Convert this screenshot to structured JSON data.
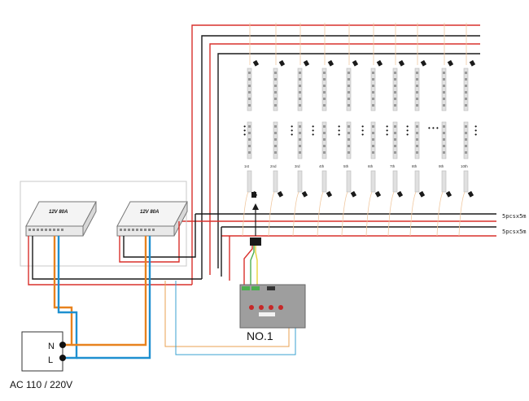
{
  "power_supplies": [
    {
      "rating": "12V 80A"
    },
    {
      "rating": "12V 80A"
    }
  ],
  "ac_source": {
    "terminal_n": "N",
    "terminal_l": "L",
    "label": "AC 110 / 220V"
  },
  "controller": {
    "label": "NO.1"
  },
  "strip_labels": [
    "1st",
    "2nd",
    "3rd",
    "4th",
    "5th",
    "6th",
    "7th",
    "8th",
    "9th",
    "10th"
  ],
  "outputs": [
    {
      "label": "5pcsx5m"
    },
    {
      "label": "5pcsx5m"
    }
  ],
  "ellipsis": "• • •",
  "colors": {
    "red": "#d9302c",
    "black": "#1a1a1a",
    "orange": "#e8821e",
    "blue": "#1e90d0",
    "green": "#4caf50",
    "yellow": "#e8d23a",
    "strip": "#b8b8b8",
    "psu": "#e9e9e9",
    "controller": "#9e9e9e"
  }
}
